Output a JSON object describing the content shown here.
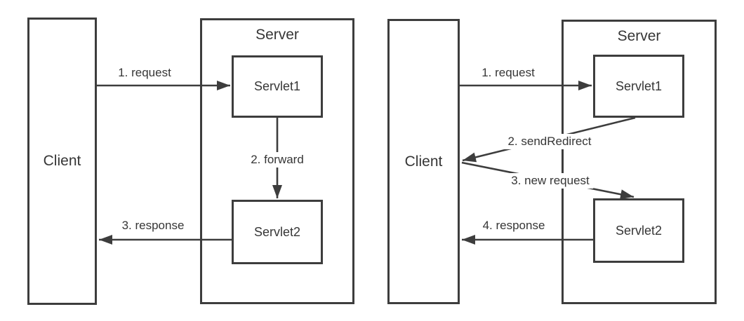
{
  "colors": {
    "line": "#3d3d3d",
    "text": "#363636",
    "background": "#ffffff"
  },
  "diagrams": [
    {
      "name": "forward-flow",
      "client_label": "Client",
      "server_label": "Server",
      "servlets": [
        {
          "label": "Servlet1"
        },
        {
          "label": "Servlet2"
        }
      ],
      "arrows": [
        {
          "label": "1. request",
          "from": "Client",
          "to": "Servlet1"
        },
        {
          "label": "2. forward",
          "from": "Servlet1",
          "to": "Servlet2"
        },
        {
          "label": "3. response",
          "from": "Servlet2",
          "to": "Client"
        }
      ]
    },
    {
      "name": "sendRedirect-flow",
      "client_label": "Client",
      "server_label": "Server",
      "servlets": [
        {
          "label": "Servlet1"
        },
        {
          "label": "Servlet2"
        }
      ],
      "arrows": [
        {
          "label": "1. request",
          "from": "Client",
          "to": "Servlet1"
        },
        {
          "label": "2. sendRedirect",
          "from": "Servlet1",
          "to": "Client"
        },
        {
          "label": "3. new request",
          "from": "Client",
          "to": "Servlet2"
        },
        {
          "label": "4. response",
          "from": "Servlet2",
          "to": "Client"
        }
      ]
    }
  ]
}
